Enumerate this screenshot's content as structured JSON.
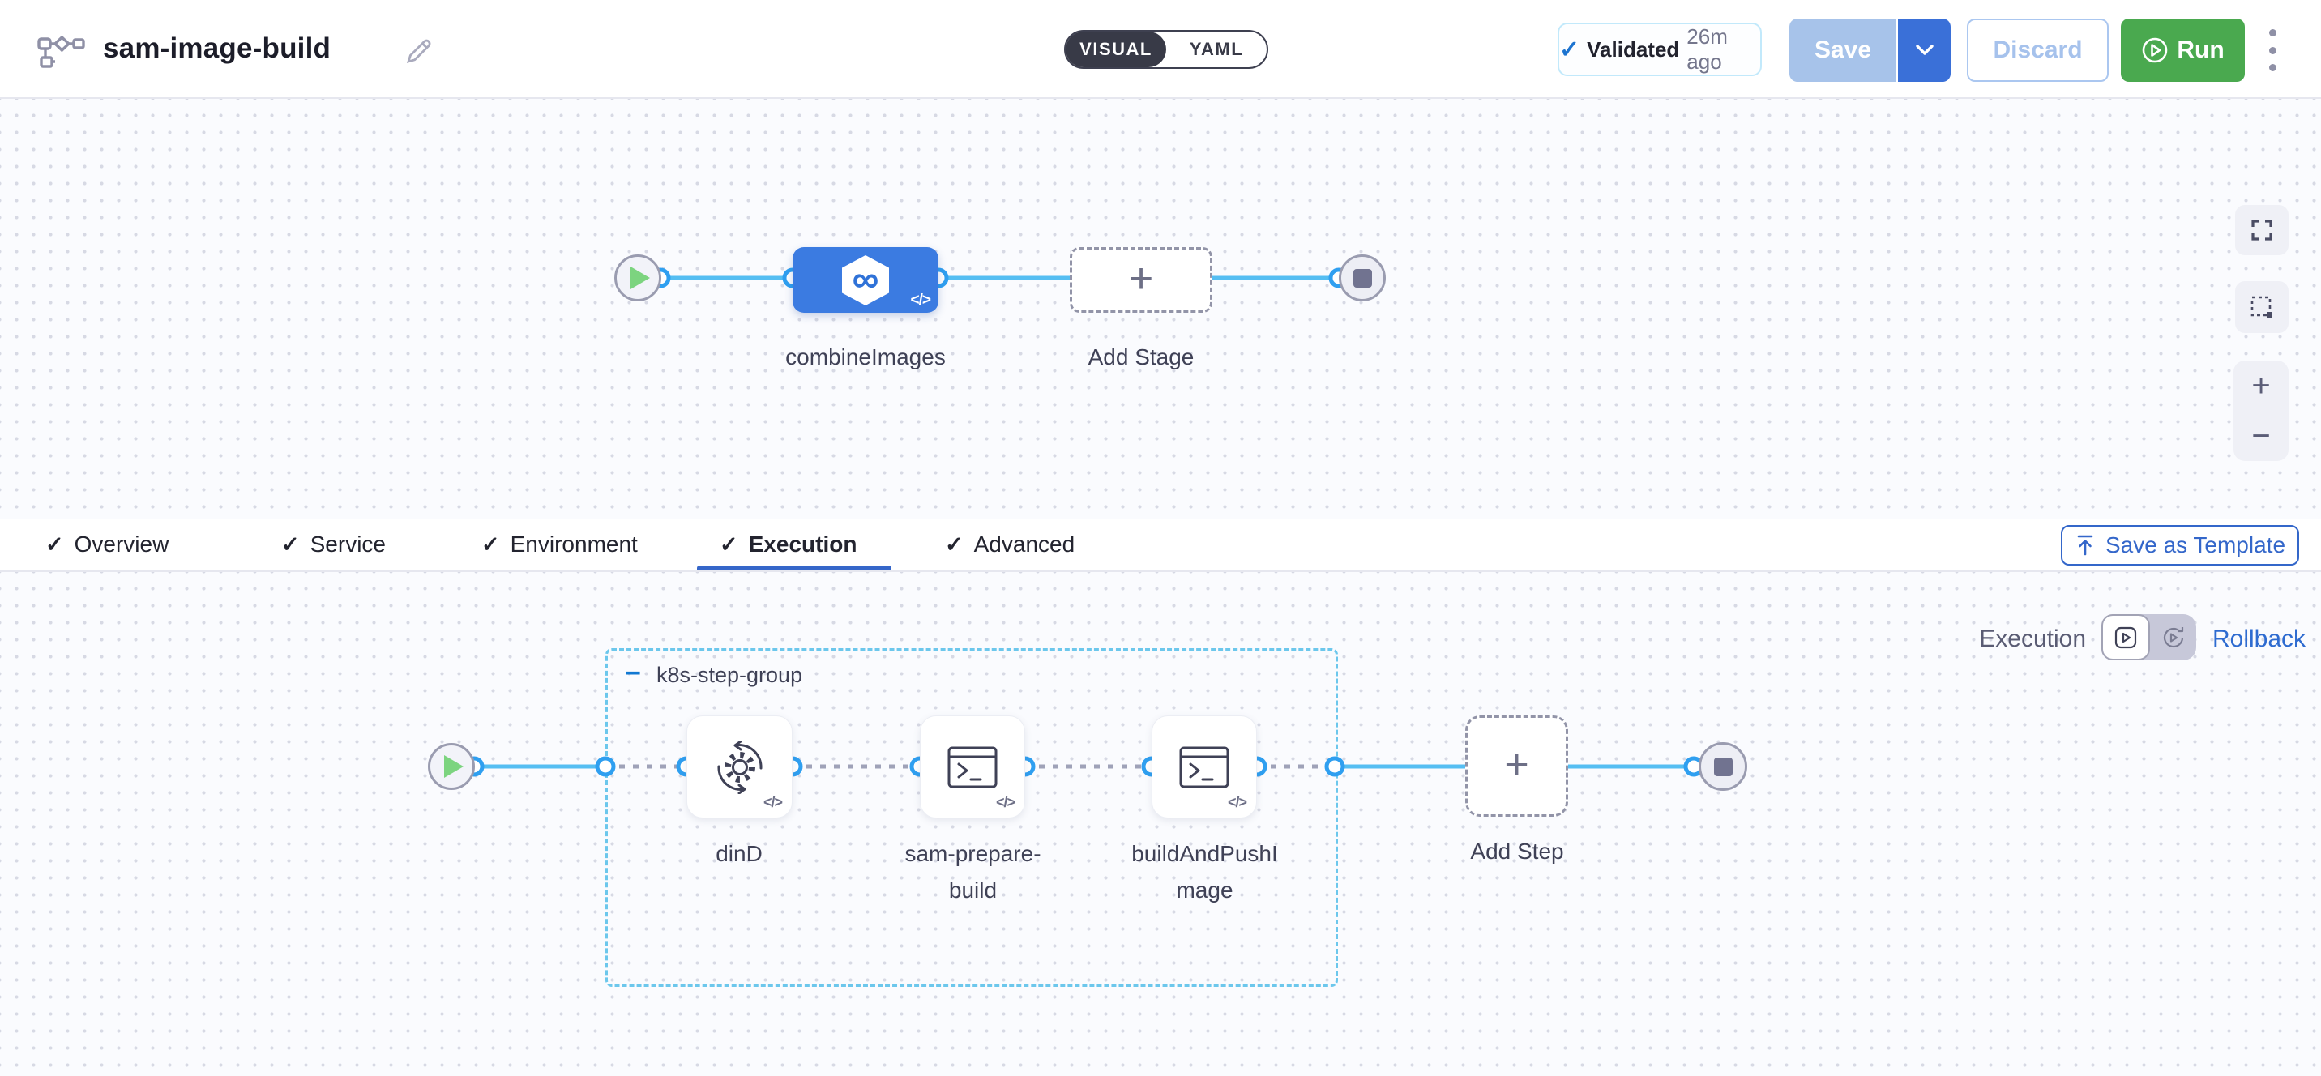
{
  "header": {
    "pipeline_title": "sam-image-build",
    "mode_toggle": {
      "options": [
        "VISUAL",
        "YAML"
      ],
      "selected": "VISUAL"
    },
    "validated_badge": {
      "label": "Validated",
      "time_ago": "26m ago"
    },
    "buttons": {
      "save": "Save",
      "discard": "Discard",
      "run": "Run"
    }
  },
  "stage_pipeline": {
    "stage_name": "combineImages",
    "add_stage_label": "Add Stage"
  },
  "tabs": {
    "items": [
      {
        "label": "Overview",
        "checked": true,
        "active": false
      },
      {
        "label": "Service",
        "checked": true,
        "active": false
      },
      {
        "label": "Environment",
        "checked": true,
        "active": false
      },
      {
        "label": "Execution",
        "checked": true,
        "active": true
      },
      {
        "label": "Advanced",
        "checked": true,
        "active": false
      }
    ],
    "save_as_template_label": "Save as Template"
  },
  "execution_panel": {
    "view_toggle": {
      "left_label": "Execution",
      "right_label": "Rollback",
      "selected": "Execution"
    },
    "step_group": {
      "name": "k8s-step-group",
      "steps": [
        {
          "name": "dinD",
          "icon": "gear-sync-icon"
        },
        {
          "name": "sam-prepare-build",
          "icon": "terminal-icon"
        },
        {
          "name": "buildAndPushImage",
          "icon": "terminal-icon"
        }
      ]
    },
    "add_step_label": "Add Step"
  },
  "icons": {
    "check": "✓",
    "plus": "+",
    "minus": "−",
    "infinity": "∞",
    "code": "</>"
  },
  "colors": {
    "accent_blue": "#3467ca",
    "stage_blue": "#3b7be1",
    "connector_blue": "#55bef2",
    "connector_point_blue": "#2f9ff0",
    "run_green": "#4aa94f",
    "validated_check_blue": "#1d74d0",
    "save_disabled_blue": "#a7c3ea",
    "save_chevron_blue": "#3a70d8",
    "group_border_cyan": "#6cc7ec",
    "toggle_dark": "#383a47"
  }
}
